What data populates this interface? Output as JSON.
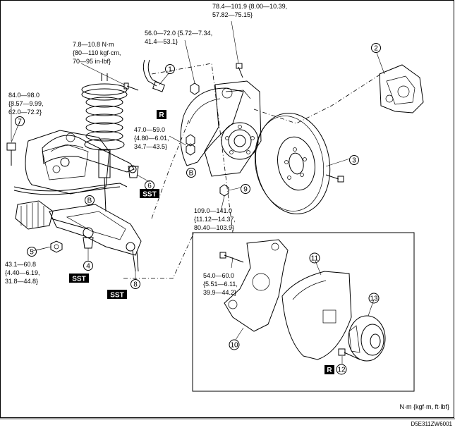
{
  "torques": {
    "t_784": [
      "78.4—101.9 {8.00—10.39,",
      "57.82—75.15}"
    ],
    "t_560": [
      "56.0—72.0 {5.72—7.34,",
      "41.4—53.1}"
    ],
    "t_78": [
      "7.8—10.8 N·m",
      "{80—110 kgf·cm,",
      "70—95 in·lbf}"
    ],
    "t_840": [
      "84.0—98.0",
      "{8.57—9.99,",
      "62.0—72.2}"
    ],
    "t_470": [
      "47.0—59.0",
      "{4.80—6.01,",
      "34.7—43.5}"
    ],
    "t_1090": [
      "109.0—141.0",
      "{11.12—14.37,",
      "80.40—103.9}"
    ],
    "t_431": [
      "43.1—60.8",
      "{4.40—6.19,",
      "31.8—44.8}"
    ],
    "t_540": [
      "54.0—60.0",
      "{5.51—6.11,",
      "39.9—44.2}"
    ]
  },
  "callouts": [
    "1",
    "2",
    "3",
    "4",
    "5",
    "6",
    "7",
    "8",
    "9",
    "10",
    "11",
    "12",
    "13"
  ],
  "markers": {
    "sst": "SST",
    "replace": "R",
    "view_b": "B"
  },
  "units": "N·m {kgf·m, ft·lbf}",
  "figure_code": "D5E311ZW6001"
}
